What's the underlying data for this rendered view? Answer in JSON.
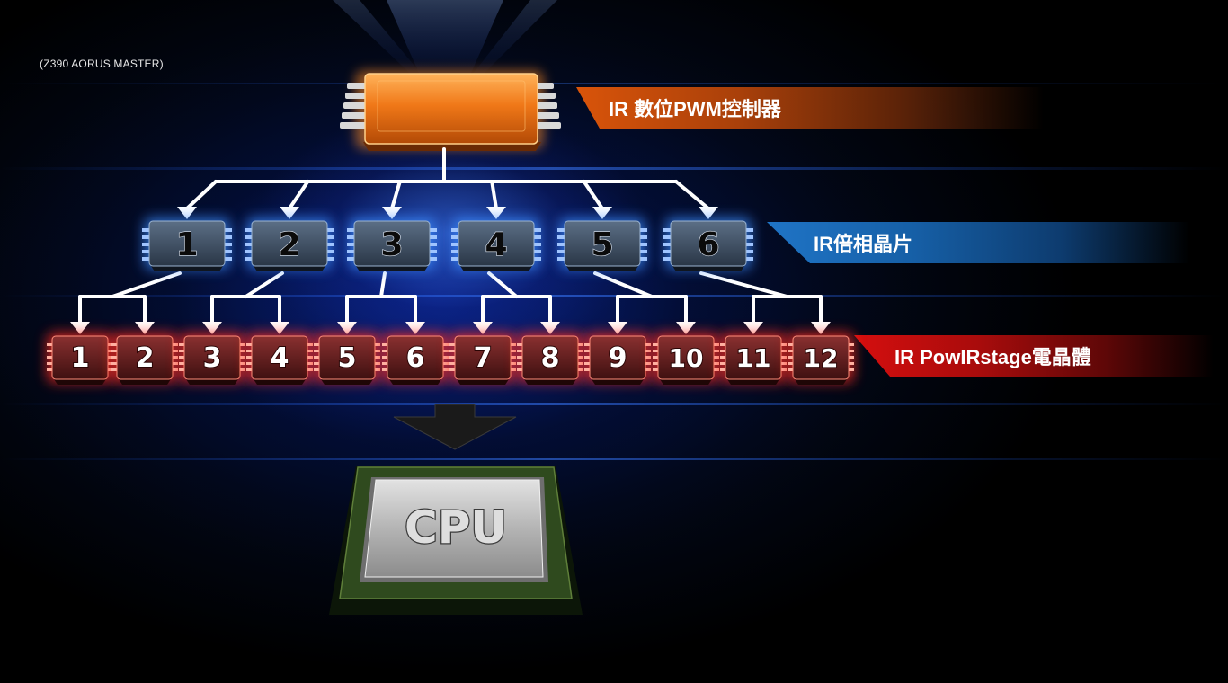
{
  "model_label": "(Z390 AORUS MASTER)",
  "labels": {
    "controller": "IR 數位PWM控制器",
    "doubler": "IR倍相晶片",
    "powirstage": "IR PowIRstage電晶體",
    "cpu": "CPU"
  },
  "doublers": [
    "1",
    "2",
    "3",
    "4",
    "5",
    "6"
  ],
  "stages": [
    "1",
    "2",
    "3",
    "4",
    "5",
    "6",
    "7",
    "8",
    "9",
    "10",
    "11",
    "12"
  ],
  "colors": {
    "controller": "#e8660e",
    "doubler": "#3a4a5e",
    "doubler_glow": "#3a8cff",
    "stage": "#6b1e1e",
    "stage_glow": "#ff2a1a",
    "cpu_substrate": "#2f4a1e",
    "cpu_heatspreader": "#b8b8b8"
  }
}
